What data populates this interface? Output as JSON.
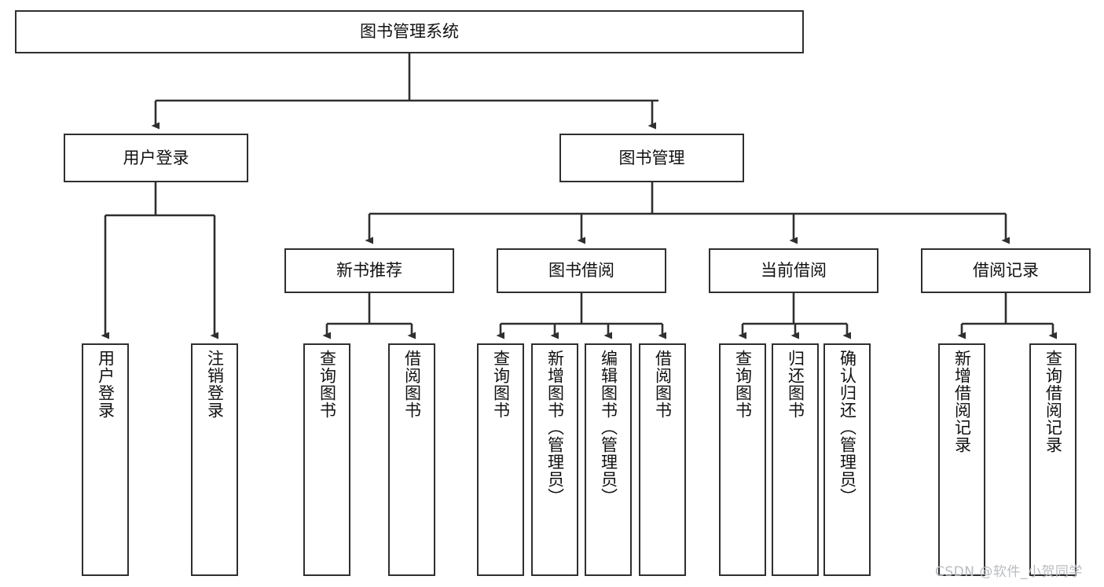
{
  "diagram": {
    "title": "图书管理系统",
    "root": {
      "label": "图书管理系统"
    },
    "level1": [
      {
        "label": "用户登录"
      },
      {
        "label": "图书管理"
      }
    ],
    "level2": [
      {
        "label": "新书推荐"
      },
      {
        "label": "图书借阅"
      },
      {
        "label": "当前借阅"
      },
      {
        "label": "借阅记录"
      }
    ],
    "leaves": {
      "user_login": [
        {
          "label": "用户登录"
        },
        {
          "label": "注销登录"
        }
      ],
      "new_book_recommend": [
        {
          "label": "查询图书"
        },
        {
          "label": "借阅图书"
        }
      ],
      "book_borrow": [
        {
          "label": "查询图书"
        },
        {
          "label": "新增图书（管理员）"
        },
        {
          "label": "编辑图书（管理员）"
        },
        {
          "label": "借阅图书"
        }
      ],
      "current_borrow": [
        {
          "label": "查询图书"
        },
        {
          "label": "归还图书"
        },
        {
          "label": "确认归还（管理员）"
        }
      ],
      "borrow_record": [
        {
          "label": "新增借阅记录"
        },
        {
          "label": "查询借阅记录"
        }
      ]
    }
  },
  "watermark": {
    "text": "CSDN @软件_小贺同学"
  },
  "colors": {
    "stroke": "#2f2f2f",
    "fill": "#ffffff",
    "text": "#111111",
    "watermark": "#b9bcc0"
  }
}
